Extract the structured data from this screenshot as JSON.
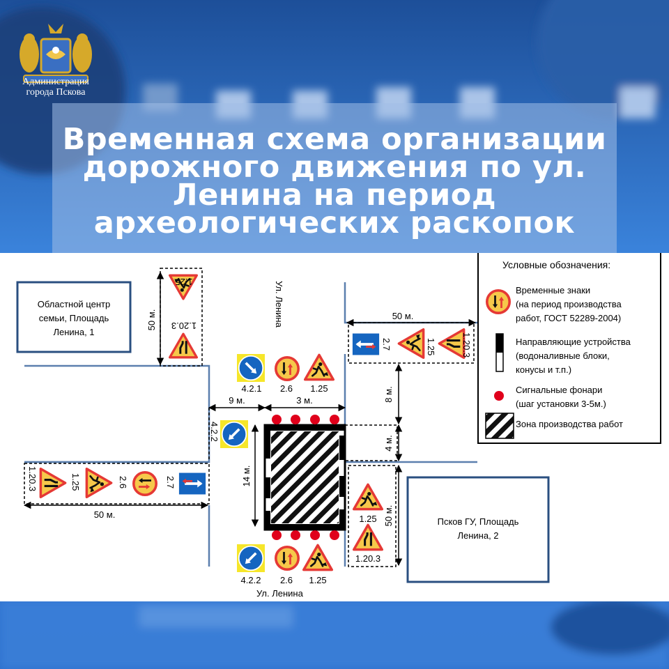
{
  "logo": {
    "line1": "Администрация",
    "line2": "города Пскова"
  },
  "title": {
    "line1": "Временная схема организации",
    "line2": "дорожного движения по ул.",
    "line3": "Ленина на период",
    "line4": "археологических раскопок"
  },
  "buildings": {
    "left": {
      "line1": "Областной центр",
      "line2": "семьи, Площадь",
      "line3": "Ленина, 1"
    },
    "right": {
      "line1": "Псков ГУ, Площадь",
      "line2": "Ленина, 2"
    }
  },
  "streets": {
    "top": "Ул. Ленина",
    "bottom": "Ул. Ленина"
  },
  "dimensions": {
    "top_left_vertical": "50 м.",
    "top_right_horizontal": "50 м.",
    "left_horizontal": "50 м.",
    "right_vertical": "50 м.",
    "left_offset": "9 м.",
    "zone_width": "3 м.",
    "zone_height": "14 м.",
    "upper_gap": "8 м.",
    "zone_extra": "4 м."
  },
  "sign_codes": {
    "top_1_25": "1.25",
    "top_1_20_3": "1.20.3",
    "top_row_4_2_1": "4.2.1",
    "top_row_2_6": "2.6",
    "top_row_1_25": "1.25",
    "tr_2_7": "2.7",
    "tr_1_25": "1.25",
    "tr_1_20_3": "1.20.3",
    "left_4_2_2": "4.2.2",
    "left_1_20_3": "1.20.3",
    "left_1_25": "1.25",
    "left_2_6": "2.6",
    "left_2_7": "2.7",
    "right_1_25": "1.25",
    "right_1_20_3": "1.20.3",
    "bottom_4_2_2": "4.2.2",
    "bottom_2_6": "2.6",
    "bottom_1_25": "1.25"
  },
  "legend": {
    "title": "Условные обозначения:",
    "temp_signs": {
      "line1": "Временные знаки",
      "line2": "(на период производства",
      "line3": "работ, ГОСТ 52289-2004)"
    },
    "guides": {
      "line1": "Направляющие устройства",
      "line2": "(водоналивные блоки,",
      "line3": "конусы и т.п.)"
    },
    "lights": {
      "line1": "Сигнальные фонари",
      "line2": "(шаг установки 3-5м.)"
    },
    "zone": {
      "line1": "Зона производства работ"
    }
  },
  "colors": {
    "sign_red": "#e53935",
    "sign_yellow": "#f6c84a",
    "sign_blue": "#1565c0",
    "lamp_red": "#e0001b"
  }
}
